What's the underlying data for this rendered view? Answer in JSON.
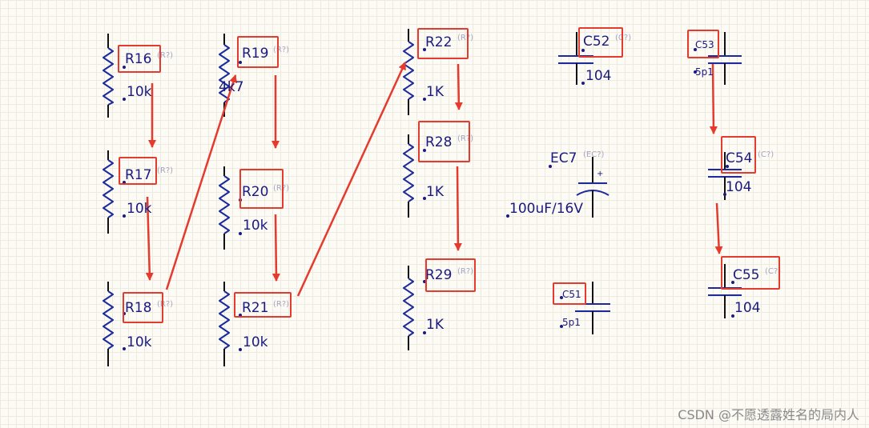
{
  "diagram": {
    "grid_color": "#eeeadd",
    "wire_color": "#1d2a9c",
    "annotation_color": "#e53a2e",
    "resistors": [
      {
        "designator": "R16",
        "value": "10k",
        "placeholder": "(R?)"
      },
      {
        "designator": "R17",
        "value": "10k",
        "placeholder": "(R?)"
      },
      {
        "designator": "R18",
        "value": "10k",
        "placeholder": "(R?)"
      },
      {
        "designator": "R19",
        "value": "4k7",
        "placeholder": "(R?)"
      },
      {
        "designator": "R20",
        "value": "10k",
        "placeholder": "(R?)"
      },
      {
        "designator": "R21",
        "value": "10k",
        "placeholder": "(R?)"
      },
      {
        "designator": "R22",
        "value": "1K",
        "placeholder": "(R?)"
      },
      {
        "designator": "R28",
        "value": "1K",
        "placeholder": "(R?)"
      },
      {
        "designator": "R29",
        "value": "1K",
        "placeholder": "(R?)"
      }
    ],
    "capacitors": [
      {
        "designator": "C52",
        "value": "104",
        "placeholder": "(C?)"
      },
      {
        "designator": "EC7",
        "value": "100uF/16V",
        "placeholder": "(EC?)",
        "polarity": "+"
      },
      {
        "designator": "C51",
        "value": "5p1"
      },
      {
        "designator": "C53",
        "value": "5p1"
      },
      {
        "designator": "C54",
        "value": "104",
        "placeholder": "(C?)"
      },
      {
        "designator": "C55",
        "value": "104",
        "placeholder": "(C?)"
      }
    ]
  },
  "watermark": "CSDN @不愿透露姓名的局内人"
}
